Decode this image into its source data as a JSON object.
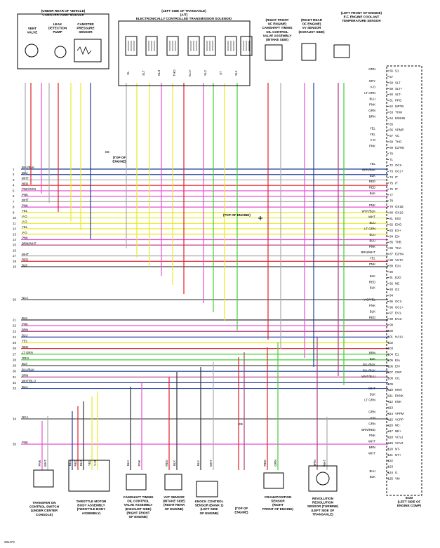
{
  "figure_id": "281473",
  "components": {
    "canister_module": [
      "(UNDER REAR OF VEHICLE)",
      "CANISTER PUMP MODULE"
    ],
    "vent_valve": [
      "VENT",
      "VALVE"
    ],
    "leak_detection_pump": [
      "LEAK",
      "DETECTION",
      "PUMP"
    ],
    "canister_pressure_sensor": [
      "CANISTER",
      "PRESSURE",
      "SENSOR"
    ],
    "solenoids": [
      "(LEFT SIDE OF TRANSAXLE)",
      "(A/T)",
      "ELECTRONICALLY CONTROLLED TRANSMISSION SOLENOID"
    ],
    "ocv_intake": [
      "(RIGHT FRONT",
      "OF ENGINE)",
      "CAMSHAFT TIMING",
      "OIL CONTROL",
      "VALVE ASSEMBLY",
      "(INTAKE SIDE)"
    ],
    "vv_sensor": [
      "(RIGHT REAR",
      "OF ENGINE)",
      "VV SENSOR",
      "(EXHAUST SIDE)"
    ],
    "ect_sensor": [
      "(LEFT FRONT OF ENGINE)",
      "E.F. ENGINE COOLANT",
      "TEMPERATURE SENSOR"
    ],
    "transfer_switch": [
      "TRANSFER ON",
      "CONTROL SWITCH",
      "(UNDER CENTER",
      "CONSOLE)"
    ],
    "throttle_motor": [
      "THROTTLE MOTOR",
      "BODY ASSEMBLY",
      "(THROTTLE BODY",
      "ASSEMBLY)"
    ],
    "ocv_exhaust": [
      "CAMSHAFT TIMING",
      "OIL CONTROL",
      "VALVE ASSEMBLY",
      "(EXHAUST SIDE)",
      "(RIGHT FRONT",
      "OF ENGINE)"
    ],
    "vvt_sensor": [
      "VVT SENSOR",
      "(INTAKE SIDE)",
      "(RIGHT REAR",
      "OF ENGINE)"
    ],
    "knock_sensor": [
      "KNOCK CONTROL",
      "SENSOR (BANK 1)",
      "(LEFT SIDE",
      "OF ENGINE)"
    ],
    "top_of_engine_bottom": [
      "(TOP OF",
      "ENGINE)"
    ],
    "crank_sensor": [
      "CRANKPOSITION",
      "SENSOR",
      "(RIGHT",
      "FRONT OF ENGINE)"
    ],
    "revolution_sensor": [
      "REVOLUTION",
      "RESOLUTION",
      "SENSOR (TURBINE)",
      "(LEFT SIDE OF",
      "TRANSAXLE)"
    ],
    "ecm": [
      "ECM",
      "(LEFT SIDE OF",
      "ENGINE COMP)"
    ]
  },
  "ground_labels": {
    "top_left": [
      "(TOP OF",
      "ENGINE)"
    ],
    "mid": "(TOP OF ENGINE)",
    "g_code": "EB"
  },
  "solenoid_tags": [
    "SL",
    "SLT",
    "SLU",
    "THO",
    "SL1+",
    "SL2",
    "ST",
    "SL1"
  ],
  "left_wires": [
    {
      "n": "1",
      "label": "BLU/BLK",
      "color": "#1f3c9a"
    },
    {
      "n": "2",
      "label": "BLU",
      "color": "#1f3c9a"
    },
    {
      "n": "3",
      "label": "WHT",
      "color": "#aaaaaa"
    },
    {
      "n": "4",
      "label": "RED",
      "color": "#e0202a"
    },
    {
      "n": "5",
      "label": "PNK/GRN",
      "color": "#e64fd6"
    },
    {
      "n": "6",
      "label": "PNK",
      "color": "#e64fd6"
    },
    {
      "n": "7",
      "label": "WHT",
      "color": "#aaaaaa"
    },
    {
      "n": "8",
      "label": "PNK",
      "color": "#e64fd6"
    },
    {
      "n": "9",
      "label": "YEL",
      "color": "#e8e824"
    },
    {
      "n": "10",
      "label": "V-O",
      "color": "#e8e824"
    },
    {
      "n": "11",
      "label": "V-O",
      "color": "#e8e824"
    },
    {
      "n": "12",
      "label": "YEL",
      "color": "#e8e824"
    },
    {
      "n": "13",
      "label": "V-O",
      "color": "#e8e824"
    },
    {
      "n": "14",
      "label": "PNK",
      "color": "#e64fd6"
    },
    {
      "n": "15",
      "label": "BRN/WHT",
      "color": "#b13b80"
    },
    {
      "n": "16",
      "label": "",
      "color": "#ffffff"
    },
    {
      "n": "17",
      "label": "WHT",
      "color": "#aaaaaa"
    },
    {
      "n": "18",
      "label": "RED",
      "color": "#e0202a"
    },
    {
      "n": "19",
      "label": "BLK",
      "color": "#333333"
    },
    {
      "n": "20",
      "label": "NCA",
      "color": "#555555"
    },
    {
      "n": "21",
      "label": "BLK",
      "color": "#333333"
    },
    {
      "n": "22",
      "label": "PNK",
      "color": "#e64fd6"
    },
    {
      "n": "23",
      "label": "BRN",
      "color": "#b13b80"
    },
    {
      "n": "24",
      "label": "BLU",
      "color": "#1f3c9a"
    },
    {
      "n": "25",
      "label": "YEL",
      "color": "#e8e824"
    },
    {
      "n": "26",
      "label": "RED",
      "color": "#e0202a"
    },
    {
      "n": "27",
      "label": "LT GRN",
      "color": "#44cc33"
    },
    {
      "n": "28",
      "label": "GRN",
      "color": "#44cc33"
    },
    {
      "n": "29",
      "label": "BLK",
      "color": "#333333"
    },
    {
      "n": "30",
      "label": "BLU/BLK",
      "color": "#1f3c9a"
    },
    {
      "n": "31",
      "label": "BRN",
      "color": "#b13b80"
    },
    {
      "n": "32",
      "label": "WHT/BLU",
      "color": "#1f3c9a"
    },
    {
      "n": "33",
      "label": "BLU",
      "color": "#1f3c9a"
    },
    {
      "n": "34",
      "label": "NCA",
      "color": "#555555"
    },
    {
      "n": "35",
      "label": "PNK",
      "color": "#e64fd6"
    }
  ],
  "ecm_wires": [
    {
      "pin": "56",
      "label": "GRN",
      "name": "S1",
      "color": "#44cc33"
    },
    {
      "pin": "57",
      "label": "",
      "name": "",
      "color": "#ffffff"
    },
    {
      "pin": "58",
      "label": "GRY",
      "name": "SLT",
      "color": "#aaaaaa"
    },
    {
      "pin": "59",
      "label": "V-O",
      "name": "SLT+",
      "color": "#e8e824"
    },
    {
      "pin": "60",
      "label": "LT GRN",
      "name": "SLT-",
      "color": "#44cc33"
    },
    {
      "pin": "61",
      "label": "BLU",
      "name": "PPG",
      "color": "#1f3c9a"
    },
    {
      "pin": "62",
      "label": "PNK",
      "name": "MPTB",
      "color": "#e64fd6"
    },
    {
      "pin": "63",
      "label": "GRN",
      "name": "THW",
      "color": "#44cc33"
    },
    {
      "pin": "64",
      "label": "BRN",
      "name": "E/MHN",
      "color": "#b13b80"
    },
    {
      "pin": "65",
      "label": "",
      "name": "",
      "color": "#ffffff"
    },
    {
      "pin": "66",
      "label": "YEL",
      "name": "VPMP",
      "color": "#e8e824"
    },
    {
      "pin": "67",
      "label": "YEL",
      "name": "VC",
      "color": "#e8e824"
    },
    {
      "pin": "68",
      "label": "V-O",
      "name": "THO",
      "color": "#e8e824"
    },
    {
      "pin": "69",
      "label": "PNK",
      "name": "E2/HO",
      "color": "#e64fd6"
    },
    {
      "pin": "70",
      "label": "",
      "name": "",
      "color": "#ffffff"
    },
    {
      "pin": "71",
      "label": "",
      "name": "",
      "color": "#ffffff"
    },
    {
      "pin": "72",
      "label": "YEL",
      "name": "OC1-",
      "color": "#e8e824"
    },
    {
      "pin": "73",
      "label": "BRN/BLK",
      "name": "OC1+",
      "color": "#b13b80"
    },
    {
      "pin": "74",
      "label": "BLK",
      "name": "IT",
      "color": "#333333"
    },
    {
      "pin": "75",
      "label": "RED",
      "name": "IT",
      "color": "#e0202a"
    },
    {
      "pin": "76",
      "label": "RED",
      "name": "IF",
      "color": "#e0202a"
    },
    {
      "pin": "77",
      "label": "BLK",
      "name": "",
      "color": "#333333"
    },
    {
      "pin": "78",
      "label": "",
      "name": "",
      "color": "#ffffff"
    },
    {
      "pin": "79",
      "label": "PNK",
      "name": "OX1B",
      "color": "#e64fd6"
    },
    {
      "pin": "80",
      "label": "WHT/BLK",
      "name": "OX1S",
      "color": "#aaaaaa"
    },
    {
      "pin": "81",
      "label": "WHT",
      "name": "E03",
      "color": "#aaaaaa"
    },
    {
      "pin": "82",
      "label": "BLU",
      "name": "EXO",
      "color": "#1f3c9a"
    },
    {
      "pin": "83",
      "label": "LT GRN",
      "name": "EX+",
      "color": "#44cc33"
    },
    {
      "pin": "84",
      "label": "BLU",
      "name": "EX-",
      "color": "#1f3c9a"
    },
    {
      "pin": "85",
      "label": "BLU",
      "name": "THB",
      "color": "#1f3c9a"
    },
    {
      "pin": "86",
      "label": "PNK",
      "name": "THA",
      "color": "#e64fd6"
    },
    {
      "pin": "87",
      "label": "BRN/WHT",
      "name": "E2/HA",
      "color": "#b13b80"
    },
    {
      "pin": "88",
      "label": "YEL",
      "name": "VCTA",
      "color": "#e8e824"
    },
    {
      "pin": "89",
      "label": "PNK",
      "name": "E2A",
      "color": "#e64fd6"
    },
    {
      "pin": "90",
      "label": "",
      "name": "",
      "color": "#ffffff"
    },
    {
      "pin": "91",
      "label": "BLK",
      "name": "E2G",
      "color": "#333333"
    },
    {
      "pin": "92",
      "label": "RED",
      "name": "NE",
      "color": "#e0202a"
    },
    {
      "pin": "93",
      "label": "BLK",
      "name": "G2",
      "color": "#333333"
    },
    {
      "pin": "94",
      "label": "",
      "name": "",
      "color": "#ffffff"
    },
    {
      "pin": "95",
      "label": "V-O/YEL",
      "name": "OC1-",
      "color": "#e8e824"
    },
    {
      "pin": "96",
      "label": "PNK",
      "name": "OC1+",
      "color": "#e64fd6"
    },
    {
      "pin": "97",
      "label": "BLK",
      "name": "EV1-",
      "color": "#333333"
    },
    {
      "pin": "98",
      "label": "RED",
      "name": "EV1+",
      "color": "#e0202a"
    },
    {
      "pin": "99",
      "label": "",
      "name": "",
      "color": "#ffffff"
    },
    {
      "pin": "100",
      "label": "",
      "name": "",
      "color": "#ffffff"
    },
    {
      "pin": "101",
      "label": "",
      "name": "HA1A",
      "color": "#ffffff"
    },
    {
      "pin": "102",
      "label": "",
      "name": "",
      "color": "#ffffff"
    },
    {
      "pin": "103",
      "label": "",
      "name": "",
      "color": "#ffffff"
    },
    {
      "pin": "104",
      "label": "BRN",
      "name": "E1",
      "color": "#b13b80"
    },
    {
      "pin": "105",
      "label": "BLK",
      "name": "E/A",
      "color": "#333333"
    },
    {
      "pin": "106",
      "label": "BLU/BLK",
      "name": "E/V",
      "color": "#1f3c9a"
    },
    {
      "pin": "107",
      "label": "BLU/BLK",
      "name": "CNP",
      "color": "#1f3c9a"
    },
    {
      "pin": "108",
      "label": "WHT/BLU",
      "name": "CI1",
      "color": "#1f3c9a"
    },
    {
      "pin": "109",
      "label": "",
      "name": "",
      "color": "#ffffff"
    },
    {
      "pin": "110",
      "label": "WHT",
      "name": "HNN",
      "color": "#aaaaaa"
    },
    {
      "pin": "111",
      "label": "BLK",
      "name": "EKNK",
      "color": "#333333"
    },
    {
      "pin": "112",
      "label": "LT GRN",
      "name": "KNK",
      "color": "#44cc33"
    },
    {
      "pin": "113",
      "label": "",
      "name": "",
      "color": "#ffffff"
    },
    {
      "pin": "114",
      "label": "GRN",
      "name": "VPPM",
      "color": "#44cc33"
    },
    {
      "pin": "115",
      "label": "V-O",
      "name": "VCPP",
      "color": "#e8e824"
    },
    {
      "pin": "116",
      "label": "GRN",
      "name": "NE-",
      "color": "#44cc33"
    },
    {
      "pin": "117",
      "label": "BRN/RED",
      "name": "NE+",
      "color": "#b13b80"
    },
    {
      "pin": "118",
      "label": "PNK",
      "name": "VCV1",
      "color": "#e64fd6"
    },
    {
      "pin": "119",
      "label": "WHT",
      "name": "VCV2",
      "color": "#aaaaaa"
    },
    {
      "pin": "120",
      "label": "BRN",
      "name": "NT-",
      "color": "#b13b80"
    },
    {
      "pin": "121",
      "label": "WHT",
      "name": "NT+",
      "color": "#aaaaaa"
    },
    {
      "pin": "122",
      "label": "",
      "name": "",
      "color": "#ffffff"
    },
    {
      "pin": "123",
      "label": "",
      "name": "",
      "color": "#ffffff"
    },
    {
      "pin": "124",
      "label": "BLU",
      "name": "G",
      "color": "#1f3c9a"
    },
    {
      "pin": "125",
      "label": "BLK",
      "name": "VM",
      "color": "#333333"
    }
  ],
  "bottom_labels": {
    "transfer": [
      "PNK",
      "WHT"
    ],
    "throttle": [
      "BLU",
      "RED",
      "BLK",
      "YEL",
      "V-O"
    ],
    "ocv_exh": [
      "BLK",
      "PNK"
    ],
    "vvt": [
      "RED",
      "BLK"
    ],
    "knock": [
      "BLK",
      "WHT"
    ],
    "crank": [
      "RED",
      "GRN"
    ],
    "rev": [
      "BRN",
      "WHT"
    ],
    "ground_bottom": "EB"
  }
}
